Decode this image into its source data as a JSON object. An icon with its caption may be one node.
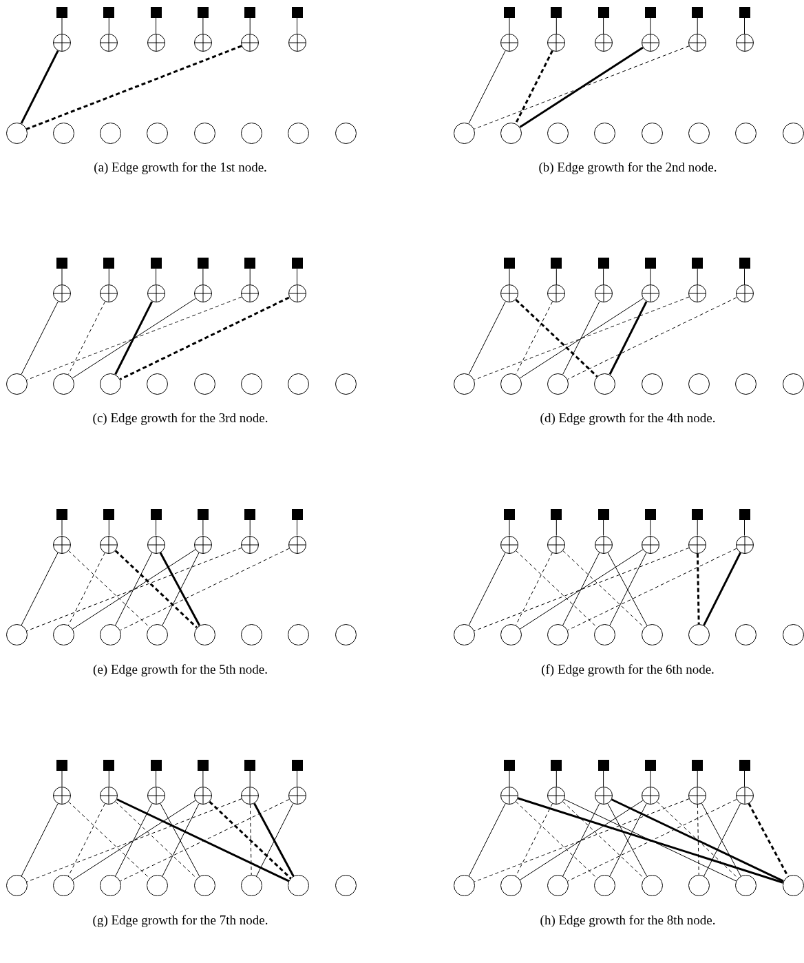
{
  "diagram": {
    "nodes": [
      {
        "text": [],
        "shape": "box"
      },
      {
        "text": [],
        "shape": "box"
      },
      {
        "text": [],
        "shape": "box"
      },
      {
        "text": [],
        "shape": "box"
      },
      {
        "text": [],
        "shape": "box"
      },
      {
        "text": [],
        "shape": "box"
      },
      {
        "text": [],
        "shape": "circle"
      },
      {
        "text": [],
        "shape": "circle"
      },
      {
        "text": [],
        "shape": "circle"
      },
      {
        "text": [],
        "shape": "circle"
      },
      {
        "text": [],
        "shape": "circle"
      },
      {
        "text": [],
        "shape": "circle"
      },
      {
        "text": [],
        "shape": "circle"
      },
      {
        "text": [],
        "shape": "circle"
      },
      {
        "text": [],
        "shape": "circle"
      },
      {
        "text": [],
        "shape": "circle"
      },
      {
        "text": [],
        "shape": "circle"
      },
      {
        "text": [],
        "shape": "circle"
      },
      {
        "text": [],
        "shape": "circle"
      },
      {
        "text": [],
        "shape": "circle"
      },
      {
        "text": [],
        "shape": "box"
      },
      {
        "text": [],
        "shape": "box"
      },
      {
        "text": [],
        "shape": "box"
      },
      {
        "text": [],
        "shape": "box"
      },
      {
        "text": [],
        "shape": "box"
      },
      {
        "text": [],
        "shape": "box"
      },
      {
        "text": [],
        "shape": "circle"
      },
      {
        "text": [],
        "shape": "circle"
      },
      {
        "text": [],
        "shape": "circle"
      },
      {
        "text": [],
        "shape": "circle"
      },
      {
        "text": [],
        "shape": "circle"
      },
      {
        "text": [],
        "shape": "circle"
      },
      {
        "text": [],
        "shape": "circle"
      },
      {
        "text": [],
        "shape": "circle"
      },
      {
        "text": [],
        "shape": "circle"
      },
      {
        "text": [],
        "shape": "circle"
      },
      {
        "text": [],
        "shape": "circle"
      },
      {
        "text": [],
        "shape": "circle"
      },
      {
        "text": [],
        "shape": "circle"
      },
      {
        "text": [],
        "shape": "circle"
      },
      {
        "text": [],
        "shape": "box"
      },
      {
        "text": [],
        "shape": "box"
      },
      {
        "text": [],
        "shape": "box"
      },
      {
        "text": [],
        "shape": "box"
      },
      {
        "text": [],
        "shape": "box"
      },
      {
        "text": [],
        "shape": "box"
      },
      {
        "text": [],
        "shape": "circle"
      },
      {
        "text": [],
        "shape": "circle"
      },
      {
        "text": [],
        "shape": "circle"
      },
      {
        "text": [],
        "shape": "circle"
      },
      {
        "text": [],
        "shape": "circle"
      },
      {
        "text": [],
        "shape": "circle"
      },
      {
        "text": [],
        "shape": "circle"
      },
      {
        "text": [],
        "shape": "circle"
      },
      {
        "text": [],
        "shape": "circle"
      },
      {
        "text": [],
        "shape": "circle"
      },
      {
        "text": [],
        "shape": "circle"
      },
      {
        "text": [],
        "shape": "circle"
      },
      {
        "text": [],
        "shape": "circle"
      },
      {
        "text": [],
        "shape": "circle"
      },
      {
        "text": [],
        "shape": "box"
      },
      {
        "text": [],
        "shape": "box"
      },
      {
        "text": [],
        "shape": "box"
      },
      {
        "text": [],
        "shape": "box"
      },
      {
        "text": [],
        "shape": "box"
      },
      {
        "text": [],
        "shape": "box"
      },
      {
        "text": [],
        "shape": "circle"
      },
      {
        "text": [],
        "shape": "circle"
      },
      {
        "text": [],
        "shape": "circle"
      },
      {
        "text": [],
        "shape": "circle"
      },
      {
        "text": [],
        "shape": "circle"
      },
      {
        "text": [],
        "shape": "circle"
      },
      {
        "text": [],
        "shape": "circle"
      },
      {
        "text": [],
        "shape": "circle"
      },
      {
        "text": [],
        "shape": "circle"
      },
      {
        "text": [],
        "shape": "circle"
      },
      {
        "text": [],
        "shape": "circle"
      },
      {
        "text": [],
        "shape": "circle"
      },
      {
        "text": [],
        "shape": "circle"
      },
      {
        "text": [],
        "shape": "circle"
      },
      {
        "text": [],
        "shape": "box"
      },
      {
        "text": [],
        "shape": "box"
      },
      {
        "text": [],
        "shape": "box"
      },
      {
        "text": [],
        "shape": "box"
      },
      {
        "text": [],
        "shape": "box"
      },
      {
        "text": [],
        "shape": "box"
      },
      {
        "text": [],
        "shape": "circle"
      },
      {
        "text": [],
        "shape": "circle"
      },
      {
        "text": [],
        "shape": "circle"
      },
      {
        "text": [],
        "shape": "circle"
      },
      {
        "text": [],
        "shape": "circle"
      },
      {
        "text": [],
        "shape": "circle"
      },
      {
        "text": [],
        "shape": "circle"
      },
      {
        "text": [],
        "shape": "circle"
      },
      {
        "text": [],
        "shape": "circle"
      },
      {
        "text": [],
        "shape": "circle"
      },
      {
        "text": [],
        "shape": "circle"
      },
      {
        "text": [],
        "shape": "circle"
      },
      {
        "text": [],
        "shape": "circle"
      },
      {
        "text": [],
        "shape": "circle"
      },
      {
        "text": [],
        "shape": "box"
      },
      {
        "text": [],
        "shape": "box"
      },
      {
        "text": [],
        "shape": "box"
      },
      {
        "text": [],
        "shape": "box"
      },
      {
        "text": [],
        "shape": "box"
      },
      {
        "text": [],
        "shape": "box"
      },
      {
        "text": [],
        "shape": "circle"
      },
      {
        "text": [],
        "shape": "circle"
      },
      {
        "text": [],
        "shape": "circle"
      },
      {
        "text": [],
        "shape": "circle"
      },
      {
        "text": [],
        "shape": "circle"
      },
      {
        "text": [],
        "shape": "circle"
      },
      {
        "text": [],
        "shape": "circle"
      },
      {
        "text": [],
        "shape": "circle"
      },
      {
        "text": [],
        "shape": "circle"
      },
      {
        "text": [],
        "shape": "circle"
      },
      {
        "text": [],
        "shape": "circle"
      },
      {
        "text": [],
        "shape": "circle"
      },
      {
        "text": [],
        "shape": "circle"
      },
      {
        "text": [],
        "shape": "circle"
      },
      {
        "text": [],
        "shape": "box"
      },
      {
        "text": [],
        "shape": "box"
      },
      {
        "text": [],
        "shape": "box"
      },
      {
        "text": [],
        "shape": "box"
      },
      {
        "text": [],
        "shape": "box"
      },
      {
        "text": [],
        "shape": "box"
      },
      {
        "text": [],
        "shape": "circle"
      },
      {
        "text": [],
        "shape": "circle"
      },
      {
        "text": [],
        "shape": "circle"
      },
      {
        "text": [],
        "shape": "circle"
      },
      {
        "text": [],
        "shape": "circle"
      },
      {
        "text": [],
        "shape": "circle"
      },
      {
        "text": [],
        "shape": "circle"
      },
      {
        "text": [],
        "shape": "circle"
      },
      {
        "text": [],
        "shape": "circle"
      },
      {
        "text": [],
        "shape": "circle"
      },
      {
        "text": [],
        "shape": "circle"
      },
      {
        "text": [],
        "shape": "circle"
      },
      {
        "text": [],
        "shape": "circle"
      },
      {
        "text": [],
        "shape": "circle"
      },
      {
        "text": [],
        "shape": "box"
      },
      {
        "text": [],
        "shape": "box"
      },
      {
        "text": [],
        "shape": "box"
      },
      {
        "text": [],
        "shape": "box"
      },
      {
        "text": [],
        "shape": "box"
      },
      {
        "text": [],
        "shape": "box"
      },
      {
        "text": [],
        "shape": "circle"
      },
      {
        "text": [],
        "shape": "circle"
      },
      {
        "text": [],
        "shape": "circle"
      },
      {
        "text": [],
        "shape": "circle"
      },
      {
        "text": [],
        "shape": "circle"
      },
      {
        "text": [],
        "shape": "circle"
      },
      {
        "text": [],
        "shape": "circle"
      },
      {
        "text": [],
        "shape": "circle"
      },
      {
        "text": [],
        "shape": "circle"
      },
      {
        "text": [],
        "shape": "circle"
      },
      {
        "text": [],
        "shape": "circle"
      },
      {
        "text": [],
        "shape": "circle"
      },
      {
        "text": [],
        "shape": "circle"
      },
      {
        "text": [],
        "shape": "circle"
      }
    ],
    "edges": [
      {
        "from": 0,
        "to": 6,
        "arrow": "none"
      },
      {
        "from": 1,
        "to": 7,
        "arrow": "none"
      },
      {
        "from": 2,
        "to": 8,
        "arrow": "none"
      },
      {
        "from": 3,
        "to": 9,
        "arrow": "none"
      },
      {
        "from": 4,
        "to": 10,
        "arrow": "none"
      },
      {
        "from": 5,
        "to": 11,
        "arrow": "none"
      },
      {
        "from": 6,
        "to": 12,
        "arrow": "none"
      },
      {
        "from": 10,
        "to": 12,
        "arrow": "none",
        "style": "dashed"
      },
      {
        "from": 20,
        "to": 26,
        "arrow": "none"
      },
      {
        "from": 21,
        "to": 27,
        "arrow": "none"
      },
      {
        "from": 22,
        "to": 28,
        "arrow": "none"
      },
      {
        "from": 23,
        "to": 29,
        "arrow": "none"
      },
      {
        "from": 24,
        "to": 30,
        "arrow": "none"
      },
      {
        "from": 25,
        "to": 31,
        "arrow": "none"
      },
      {
        "from": 26,
        "to": 32,
        "arrow": "none"
      },
      {
        "from": 30,
        "to": 32,
        "arrow": "none",
        "style": "dashed"
      },
      {
        "from": 27,
        "to": 33,
        "arrow": "none",
        "style": "dashed"
      },
      {
        "from": 29,
        "to": 33,
        "arrow": "none"
      },
      {
        "from": 40,
        "to": 46,
        "arrow": "none"
      },
      {
        "from": 41,
        "to": 47,
        "arrow": "none"
      },
      {
        "from": 42,
        "to": 48,
        "arrow": "none"
      },
      {
        "from": 43,
        "to": 49,
        "arrow": "none"
      },
      {
        "from": 44,
        "to": 50,
        "arrow": "none"
      },
      {
        "from": 45,
        "to": 51,
        "arrow": "none"
      },
      {
        "from": 46,
        "to": 52,
        "arrow": "none"
      },
      {
        "from": 50,
        "to": 52,
        "arrow": "none",
        "style": "dashed"
      },
      {
        "from": 47,
        "to": 53,
        "arrow": "none",
        "style": "dashed"
      },
      {
        "from": 49,
        "to": 53,
        "arrow": "none"
      },
      {
        "from": 48,
        "to": 54,
        "arrow": "none"
      },
      {
        "from": 51,
        "to": 54,
        "arrow": "none",
        "style": "dashed"
      },
      {
        "from": 60,
        "to": 66,
        "arrow": "none"
      },
      {
        "from": 61,
        "to": 67,
        "arrow": "none"
      },
      {
        "from": 62,
        "to": 68,
        "arrow": "none"
      },
      {
        "from": 63,
        "to": 69,
        "arrow": "none"
      },
      {
        "from": 64,
        "to": 70,
        "arrow": "none"
      },
      {
        "from": 65,
        "to": 71,
        "arrow": "none"
      },
      {
        "from": 66,
        "to": 72,
        "arrow": "none"
      },
      {
        "from": 70,
        "to": 72,
        "arrow": "none",
        "style": "dashed"
      },
      {
        "from": 67,
        "to": 73,
        "arrow": "none",
        "style": "dashed"
      },
      {
        "from": 69,
        "to": 73,
        "arrow": "none"
      },
      {
        "from": 68,
        "to": 74,
        "arrow": "none"
      },
      {
        "from": 71,
        "to": 74,
        "arrow": "none",
        "style": "dashed"
      },
      {
        "from": 66,
        "to": 75,
        "arrow": "none",
        "style": "dashed"
      },
      {
        "from": 69,
        "to": 75,
        "arrow": "none"
      },
      {
        "from": 80,
        "to": 86,
        "arrow": "none"
      },
      {
        "from": 81,
        "to": 87,
        "arrow": "none"
      },
      {
        "from": 82,
        "to": 88,
        "arrow": "none"
      },
      {
        "from": 83,
        "to": 89,
        "arrow": "none"
      },
      {
        "from": 84,
        "to": 90,
        "arrow": "none"
      },
      {
        "from": 85,
        "to": 91,
        "arrow": "none"
      },
      {
        "from": 86,
        "to": 92,
        "arrow": "none"
      },
      {
        "from": 90,
        "to": 92,
        "arrow": "none",
        "style": "dashed"
      },
      {
        "from": 87,
        "to": 93,
        "arrow": "none",
        "style": "dashed"
      },
      {
        "from": 89,
        "to": 93,
        "arrow": "none"
      },
      {
        "from": 88,
        "to": 94,
        "arrow": "none"
      },
      {
        "from": 91,
        "to": 94,
        "arrow": "none",
        "style": "dashed"
      },
      {
        "from": 86,
        "to": 95,
        "arrow": "none",
        "style": "dashed"
      },
      {
        "from": 89,
        "to": 95,
        "arrow": "none"
      },
      {
        "from": 87,
        "to": 96,
        "arrow": "none",
        "style": "dashed"
      },
      {
        "from": 88,
        "to": 96,
        "arrow": "none"
      },
      {
        "from": 100,
        "to": 106,
        "arrow": "none"
      },
      {
        "from": 101,
        "to": 107,
        "arrow": "none"
      },
      {
        "from": 102,
        "to": 108,
        "arrow": "none"
      },
      {
        "from": 103,
        "to": 109,
        "arrow": "none"
      },
      {
        "from": 104,
        "to": 110,
        "arrow": "none"
      },
      {
        "from": 105,
        "to": 111,
        "arrow": "none"
      },
      {
        "from": 106,
        "to": 112,
        "arrow": "none"
      },
      {
        "from": 110,
        "to": 112,
        "arrow": "none",
        "style": "dashed"
      },
      {
        "from": 107,
        "to": 113,
        "arrow": "none",
        "style": "dashed"
      },
      {
        "from": 109,
        "to": 113,
        "arrow": "none"
      },
      {
        "from": 108,
        "to": 114,
        "arrow": "none"
      },
      {
        "from": 111,
        "to": 114,
        "arrow": "none",
        "style": "dashed"
      },
      {
        "from": 106,
        "to": 115,
        "arrow": "none",
        "style": "dashed"
      },
      {
        "from": 109,
        "to": 115,
        "arrow": "none"
      },
      {
        "from": 107,
        "to": 116,
        "arrow": "none",
        "style": "dashed"
      },
      {
        "from": 108,
        "to": 116,
        "arrow": "none"
      },
      {
        "from": 110,
        "to": 117,
        "arrow": "none",
        "style": "dashed"
      },
      {
        "from": 111,
        "to": 117,
        "arrow": "none"
      },
      {
        "from": 120,
        "to": 126,
        "arrow": "none"
      },
      {
        "from": 121,
        "to": 127,
        "arrow": "none"
      },
      {
        "from": 122,
        "to": 128,
        "arrow": "none"
      },
      {
        "from": 123,
        "to": 129,
        "arrow": "none"
      },
      {
        "from": 124,
        "to": 130,
        "arrow": "none"
      },
      {
        "from": 125,
        "to": 131,
        "arrow": "none"
      },
      {
        "from": 126,
        "to": 132,
        "arrow": "none"
      },
      {
        "from": 130,
        "to": 132,
        "arrow": "none",
        "style": "dashed"
      },
      {
        "from": 127,
        "to": 133,
        "arrow": "none",
        "style": "dashed"
      },
      {
        "from": 129,
        "to": 133,
        "arrow": "none"
      },
      {
        "from": 128,
        "to": 134,
        "arrow": "none"
      },
      {
        "from": 131,
        "to": 134,
        "arrow": "none",
        "style": "dashed"
      },
      {
        "from": 126,
        "to": 135,
        "arrow": "none",
        "style": "dashed"
      },
      {
        "from": 129,
        "to": 135,
        "arrow": "none"
      },
      {
        "from": 127,
        "to": 136,
        "arrow": "none",
        "style": "dashed"
      },
      {
        "from": 128,
        "to": 136,
        "arrow": "none"
      },
      {
        "from": 130,
        "to": 137,
        "arrow": "none",
        "style": "dashed"
      },
      {
        "from": 131,
        "to": 137,
        "arrow": "none"
      },
      {
        "from": 127,
        "to": 138,
        "arrow": "none"
      },
      {
        "from": 129,
        "to": 138,
        "arrow": "none",
        "style": "dashed"
      },
      {
        "from": 130,
        "to": 138,
        "arrow": "none"
      },
      {
        "from": 140,
        "to": 146,
        "arrow": "none"
      },
      {
        "from": 141,
        "to": 147,
        "arrow": "none"
      },
      {
        "from": 142,
        "to": 148,
        "arrow": "none"
      },
      {
        "from": 143,
        "to": 149,
        "arrow": "none"
      },
      {
        "from": 144,
        "to": 150,
        "arrow": "none"
      },
      {
        "from": 145,
        "to": 151,
        "arrow": "none"
      },
      {
        "from": 146,
        "to": 152,
        "arrow": "none"
      },
      {
        "from": 150,
        "to": 152,
        "arrow": "none",
        "style": "dashed"
      },
      {
        "from": 147,
        "to": 153,
        "arrow": "none",
        "style": "dashed"
      },
      {
        "from": 149,
        "to": 153,
        "arrow": "none"
      },
      {
        "from": 148,
        "to": 154,
        "arrow": "none"
      },
      {
        "from": 151,
        "to": 154,
        "arrow": "none",
        "style": "dashed"
      },
      {
        "from": 146,
        "to": 155,
        "arrow": "none",
        "style": "dashed"
      },
      {
        "from": 149,
        "to": 155,
        "arrow": "none"
      },
      {
        "from": 147,
        "to": 156,
        "arrow": "none",
        "style": "dashed"
      },
      {
        "from": 148,
        "to": 156,
        "arrow": "none"
      },
      {
        "from": 150,
        "to": 157,
        "arrow": "none",
        "style": "dashed"
      },
      {
        "from": 151,
        "to": 157,
        "arrow": "none"
      },
      {
        "from": 147,
        "to": 158,
        "arrow": "none"
      },
      {
        "from": 149,
        "to": 158,
        "arrow": "none",
        "style": "dashed"
      },
      {
        "from": 150,
        "to": 158,
        "arrow": "none"
      },
      {
        "from": 146,
        "to": 159,
        "arrow": "none"
      },
      {
        "from": 148,
        "to": 159,
        "arrow": "none"
      },
      {
        "from": 151,
        "to": 159,
        "arrow": "none",
        "style": "dashed"
      }
    ],
    "labels": [
      "(a) Edge growth for the 1st node.",
      "(b) Edge growth for the 2nd node.",
      "(c) Edge growth for the 3rd node.",
      "(d) Edge growth for the 4th node.",
      "(e) Edge growth for the 5th node.",
      "(f) Edge growth for the 6th node.",
      "(g) Edge growth for the 7th node.",
      "(h) Edge growth for the 8th node."
    ]
  }
}
